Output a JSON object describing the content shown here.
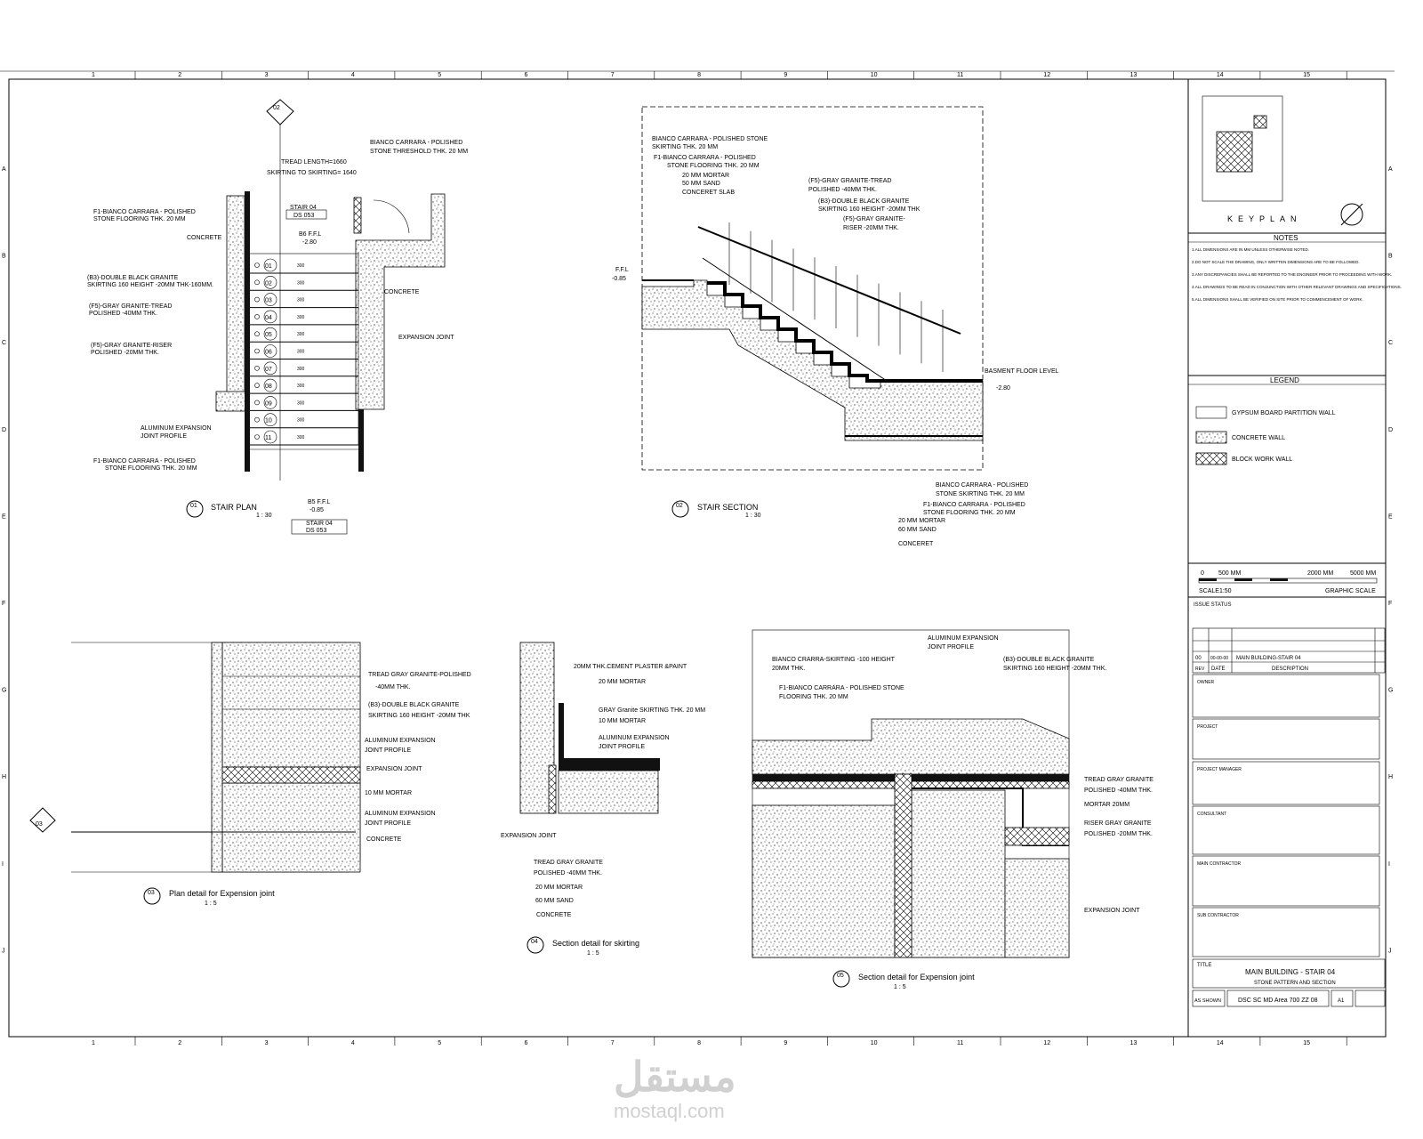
{
  "grid": {
    "cols": [
      "1",
      "2",
      "3",
      "4",
      "5",
      "6",
      "7",
      "8",
      "9",
      "10",
      "11",
      "12",
      "13",
      "14",
      "15"
    ],
    "rows": [
      "A",
      "B",
      "C",
      "D",
      "E",
      "F",
      "G",
      "H",
      "I",
      "J"
    ]
  },
  "stair_plan": {
    "title": "STAIR PLAN",
    "scale": "1 : 30",
    "ref": "01",
    "labels": [
      "BIANCO CARRARA - POLISHED",
      "STONE THRESHOLD THK. 20 MM",
      "TREAD LENGTH=1660",
      "SKIRTING TO SKIRTING= 1640",
      "F1-BIANCO CARRARA - POLISHED",
      "STONE FLOORING THK. 20 MM",
      "CONCRETE",
      "(B3)-DOUBLE BLACK GRANITE",
      "SKIRTING 160 HEIGHT -20MM THK-160MM.",
      "(F5)-GRAY GRANITE-TREAD",
      "POLISHED -40MM THK.",
      "(F5)-GRAY GRANITE-RISER",
      "POLISHED -20MM THK.",
      "CONCRETE",
      "EXPANSION JOINT",
      "ALUMINUM EXPANSION",
      "JOINT PROFILE",
      "F1-BIANCO CARRARA - POLISHED",
      "STONE FLOORING THK. 20 MM"
    ],
    "stair_tag": "STAIR 04",
    "stair_code": "DS 053",
    "level_top": "B6 F.F.L",
    "level_top_val": "-2.80",
    "level_bot": "B5 F.F.L",
    "level_bot_val": "-0.85",
    "steps": [
      "01",
      "02",
      "03",
      "04",
      "05",
      "06",
      "07",
      "08",
      "09",
      "10",
      "11"
    ],
    "tread": "300"
  },
  "stair_section": {
    "title": "STAIR SECTION",
    "scale": "1 : 30",
    "ref": "02",
    "labels": [
      "BIANCO CARRARA - POLISHED STONE",
      "SKIRTING THK. 20 MM",
      "F1-BIANCO CARRARA - POLISHED",
      "STONE FLOORING THK. 20 MM",
      "20 MM MORTAR",
      "50 MM SAND",
      "CONCERET SLAB",
      "(F5)-GRAY GRANITE-TREAD",
      "POLISHED -40MM THK.",
      "(B3)-DOUBLE BLACK GRANITE",
      "SKIRTING 160 HEIGHT -20MM THK",
      "(F5)-GRAY GRANITE-",
      "RISER -20MM THK.",
      "BASMENT FLOOR LEVEL",
      "BIANCO CARRARA - POLISHED",
      "STONE SKIRTING THK. 20 MM",
      "F1-BIANCO CARRARA - POLISHED",
      "STONE FLOORING THK. 20 MM",
      "20 MM MORTAR",
      "60 MM SAND",
      "CONCERET"
    ],
    "ffl": "F.F.L",
    "ffl_val": "-0.85",
    "base_val": "-2.80"
  },
  "detail_03": {
    "title": "Plan detail for Expension joint",
    "scale": "1 : 5",
    "ref": "03",
    "labels": [
      "TREAD GRAY GRANITE-POLISHED",
      "-40MM THK.",
      "(B3)-DOUBLE BLACK GRANITE",
      "SKIRTING 160 HEIGHT -20MM THK",
      "ALUMINUM EXPANSION",
      "JOINT PROFILE",
      "EXPANSION JOINT",
      "10 MM MORTAR",
      "ALUMINUM EXPANSION",
      "JOINT PROFILE",
      "CONCRETE"
    ]
  },
  "detail_04": {
    "title": "Section detail for skirting",
    "scale": "1 : 5",
    "ref": "04",
    "labels": [
      "20MM THK.CEMENT PLASTER &PAINT",
      "20 MM MORTAR",
      "GRAY Granite SKIRTING THK. 20 MM",
      "10 MM MORTAR",
      "ALUMINUM EXPANSION",
      "JOINT PROFILE",
      "EXPANSION JOINT",
      "TREAD GRAY GRANITE",
      "POLISHED -40MM THK.",
      "20 MM MORTAR",
      "60 MM SAND",
      "CONCRETE"
    ]
  },
  "detail_05": {
    "title": "Section detail for Expension joint",
    "scale": "1 : 5",
    "ref": "05",
    "labels": [
      "ALUMINUM EXPANSION",
      "JOINT PROFILE",
      "BIANCO CRARRA-SKIRTING -100 HEIGHT",
      "20MM THK.",
      "(B3)-DOUBLE BLACK GRANITE",
      "SKIRTING 160 HEIGHT -20MM THK.",
      "F1-BIANCO CARRARA - POLISHED STONE",
      "FLOORING THK. 20 MM",
      "TREAD GRAY GRANITE",
      "POLISHED -40MM THK.",
      "MORTAR 20MM",
      "RISER GRAY GRANITE",
      "POLISHED -20MM THK.",
      "EXPANSION JOINT"
    ]
  },
  "sidebar": {
    "keyplan": "KEYPLAN",
    "notes_title": "NOTES",
    "notes": [
      "1.ALL DIMENSIONS ARE IN MM UNLESS OTHERWISE NOTED.",
      "2.DO NOT SCALE THE DRAWING, ONLY WRITTEN DIMENSIONS ARE TO BE FOLLOWED.",
      "3.ANY DISCREPANCIES SHALL BE REPORTED TO THE ENGINEER PRIOR TO PROCEEDING WITH WORK.",
      "4.ALL DRAWINGS TO BE READ IN CONJUNCTION WITH OTHER RELEVANT DRAWINGS AND SPECIFICATIONS.",
      "5.ALL DIMENSIONS SHALL BE VERIFIED ON SITE PRIOR TO COMMENCEMENT OF WORK."
    ],
    "legend_title": "LEGEND",
    "legend": [
      "GYPSUM BOARD PARTITION WALL",
      "CONCRETE WALL",
      "BLOCK WORK WALL"
    ],
    "scale_labels": [
      "0",
      "500 MM",
      "2000 MM",
      "5000 MM"
    ],
    "scale_text": "SCALE1:50",
    "graphic_scale": "GRAPHIC SCALE",
    "issue_status": "ISSUE STATUS",
    "rev_rows": [
      {
        "no": "00",
        "date": "00-00-00",
        "desc": "MAIN BUILDING-STAIR 04"
      },
      {
        "no": "REV",
        "date": "DATE",
        "desc": "DESCRIPTION"
      }
    ],
    "blocks": [
      "OWNER",
      "PROJECT",
      "PROJECT MANAGER",
      "CONSULTANT",
      "MAIN CONTRACTOR",
      "SUB CONTRACTOR"
    ],
    "title_label": "TITLE",
    "title": "MAIN BUILDING - STAIR 04",
    "subtitle": "STONE PATTERN AND SECTION",
    "drawing_no": "DSC SC MD Area 700 ZZ 08",
    "scale_val": "AS SHOWN",
    "size": "A1"
  },
  "watermark": {
    "arabic": "مستقل",
    "latin": "mostaql.com"
  }
}
